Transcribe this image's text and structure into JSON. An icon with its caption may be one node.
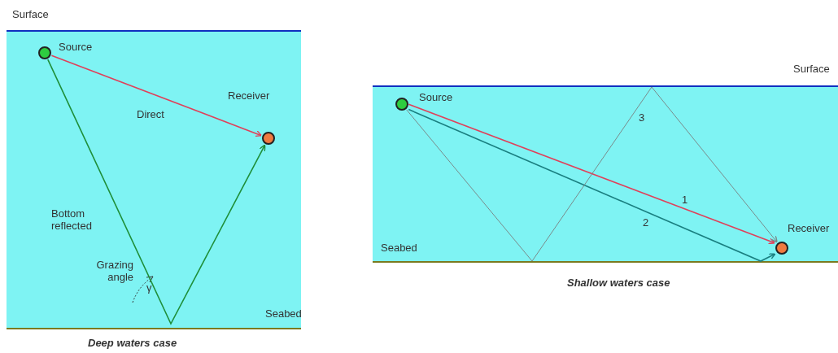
{
  "diagram": {
    "nodes": [
      {
        "text": [],
        "shape": "circle",
        "beside": [
          "Source"
        ]
      },
      {
        "text": [],
        "shape": "circle",
        "beside": [
          "Receiver"
        ]
      },
      {
        "text": [],
        "shape": "circle",
        "beside": [
          "Source"
        ]
      },
      {
        "text": [],
        "shape": "circle",
        "beside": [
          "Receiver"
        ]
      }
    ],
    "edges": [
      {
        "from": 0,
        "to": 1,
        "arrow": "to",
        "label": "Direct",
        "color": "#e0405a"
      },
      {
        "from": 0,
        "to": 1,
        "arrow": "to",
        "label": "Bottom reflected",
        "color": "#1f8f3a"
      },
      {
        "from": 2,
        "to": 3,
        "arrow": "to",
        "label": "1",
        "color": "#e0405a"
      },
      {
        "from": 2,
        "to": 3,
        "arrow": "to",
        "label": "2",
        "color": "#1a7f80"
      },
      {
        "from": 2,
        "to": 3,
        "arrow": "to",
        "label": "3",
        "color": "#7a8a8a"
      }
    ],
    "labels": [
      "Surface",
      "Seabed",
      "Grazing angle",
      "γ",
      "Deep waters case",
      "Surface",
      "Seabed",
      "Shallow waters case"
    ]
  }
}
